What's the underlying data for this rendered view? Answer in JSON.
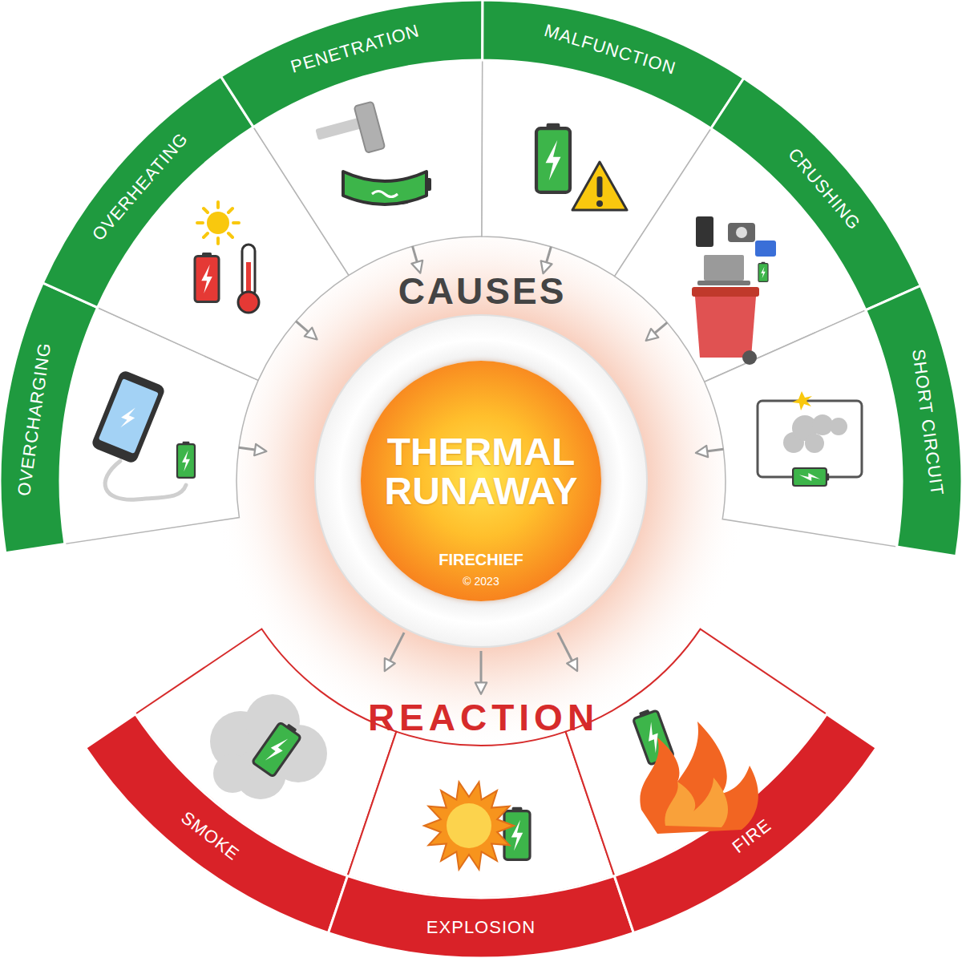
{
  "diagram": {
    "nodes": [
      {
        "text": [
          "OVERCHARGING"
        ]
      },
      {
        "text": [
          "OVERHEATING"
        ]
      },
      {
        "text": [
          "PENETRATION"
        ]
      },
      {
        "text": [
          "MALFUNCTION"
        ]
      },
      {
        "text": [
          "CRUSHING"
        ]
      },
      {
        "text": [
          "SHORT CIRCUIT"
        ]
      },
      {
        "text": [
          "THERMAL RUNAWAY"
        ]
      },
      {
        "text": [
          "SMOKE"
        ]
      },
      {
        "text": [
          "EXPLOSION"
        ]
      },
      {
        "text": [
          "FIRE"
        ]
      }
    ],
    "edges": [
      {
        "from": 0,
        "to": 6,
        "arrow": "to"
      },
      {
        "from": 1,
        "to": 6,
        "arrow": "to"
      },
      {
        "from": 2,
        "to": 6,
        "arrow": "to"
      },
      {
        "from": 3,
        "to": 6,
        "arrow": "to"
      },
      {
        "from": 4,
        "to": 6,
        "arrow": "to"
      },
      {
        "from": 5,
        "to": 6,
        "arrow": "to"
      },
      {
        "from": 6,
        "to": 7,
        "arrow": "to"
      },
      {
        "from": 6,
        "to": 8,
        "arrow": "to"
      },
      {
        "from": 6,
        "to": 9,
        "arrow": "to"
      }
    ],
    "labels": [
      "CAUSES",
      "FIRECHIEF",
      "© 2023",
      "REACTION"
    ]
  }
}
